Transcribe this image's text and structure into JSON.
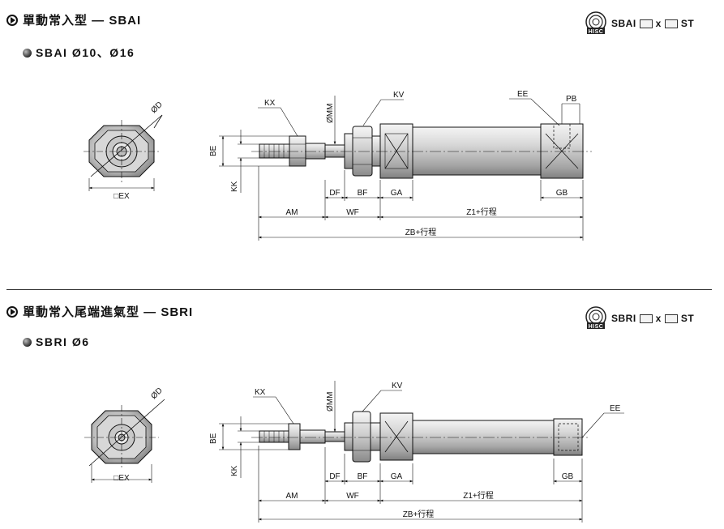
{
  "section1": {
    "title": "單動常入型 — SBAI",
    "subtitle": "SBAI  Ø10、Ø16",
    "model_code": {
      "prefix": "SBAI",
      "x": "x",
      "suffix": "ST"
    },
    "labels": {
      "od": "ØD",
      "ex": "□EX",
      "be": "BE",
      "kk": "KK",
      "kx": "KX",
      "omm": "ØMM",
      "kv": "KV",
      "ee": "EE",
      "pb": "PB",
      "df": "DF",
      "bf": "BF",
      "ga": "GA",
      "gb": "GB",
      "am": "AM",
      "wf": "WF",
      "z1": "Z1+行程",
      "zb": "ZB+行程"
    }
  },
  "section2": {
    "title": "單動常入尾端進氣型 — SBRI",
    "subtitle": "SBRI  Ø6",
    "model_code": {
      "prefix": "SBRI",
      "x": "x",
      "suffix": "ST"
    },
    "labels": {
      "od": "ØD",
      "ex": "□EX",
      "be": "BE",
      "kk": "KK",
      "kx": "KX",
      "omm": "ØMM",
      "kv": "KV",
      "ee": "EE",
      "df": "DF",
      "bf": "BF",
      "ga": "GA",
      "gb": "GB",
      "am": "AM",
      "wf": "WF",
      "z1": "Z1+行程",
      "zb": "ZB+行程"
    }
  },
  "logo_text": "HISC"
}
